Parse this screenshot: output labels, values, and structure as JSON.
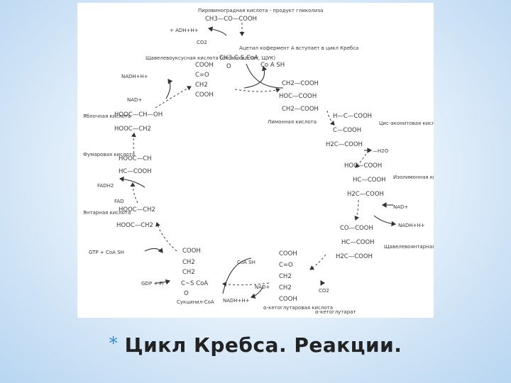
{
  "slide": {
    "bullet": "*",
    "title": "Цикл Кребса. Реакции."
  },
  "diagram": {
    "top_label": "Пировиноградная кислота - продукт гликолиза",
    "pyruvate": "CH3—CO—COOH",
    "nadh_top": "+ ADH+H+",
    "co2_top": "CO2",
    "acetyl_note": "Ацетил кофермент А вступает в цикл Кребса",
    "acetyl_coa": "CH3-C-S CoA",
    "acetyl_o": "O",
    "coash_top": "Co A SH",
    "oxaloacetate_name": "Щавелевоуксусная кислота (оксалоацетат, ЩУК)",
    "oxaloacetate_formula": [
      "COOH",
      "C=O",
      "CH2",
      "COOH"
    ],
    "nadh_left": "NADH+H+",
    "nad_left": "NAD+",
    "citric_name": "Лимонная кислота",
    "citric_formula": [
      "CH2—COOH",
      "HOC—COOH",
      "CH2—COOH"
    ],
    "malic_name": "Яблочная кислота",
    "malic_formula": [
      "HOOC—CH—OH",
      "HOOC—CH2"
    ],
    "cisaconitic_name": "Цис-аконитовая кислота",
    "cisaconitic_formula": [
      "H—C—COOH",
      "C—COOH",
      "H2C—COOH"
    ],
    "water_out": "—H2O",
    "fumaric_name": "Фумаровая кислота",
    "fumaric_formula": [
      "HOOC—CH",
      "HC—COOH"
    ],
    "isocitric_name": "Изолимонная кислота",
    "isocitric_formula": [
      "HOC—COOH",
      "HC—COOH",
      "H2C—COOH"
    ],
    "fadh2": "FADH2",
    "fad": "FAD",
    "nad_right": "NAD+",
    "nadh_right": "NADH+H+",
    "succinic_name": "Янтарная кислота",
    "succinic_formula": [
      "HOOC—CH2",
      "HOOC—CH2"
    ],
    "oxalosuccinic_name": "Щавелевоянтарная кислота",
    "oxalosuccinic_formula": [
      "CO—COOH",
      "HC—COOH",
      "H2C—COOH"
    ],
    "gtp": "GTP + CoA SH",
    "gdp": "GDP + Pi",
    "succinylcoa_formula": [
      "COOH",
      "CH2",
      "CH2",
      "C~S CoA",
      "O"
    ],
    "succinylcoa_name": "Сукцинил-CoA",
    "coash_bottom": "CoA SH",
    "nad_bottom": "NAD+",
    "nadh_bottom": "NADH+H+",
    "ketoglutarate_formula": [
      "COOH",
      "C=O",
      "CH2",
      "CH2",
      "COOH"
    ],
    "ketoglutarate_name": "α-кетоглутаровая кислота",
    "co2_bottom": "CO2",
    "ketoglutarate_alt": "α-кетоглутарат"
  }
}
